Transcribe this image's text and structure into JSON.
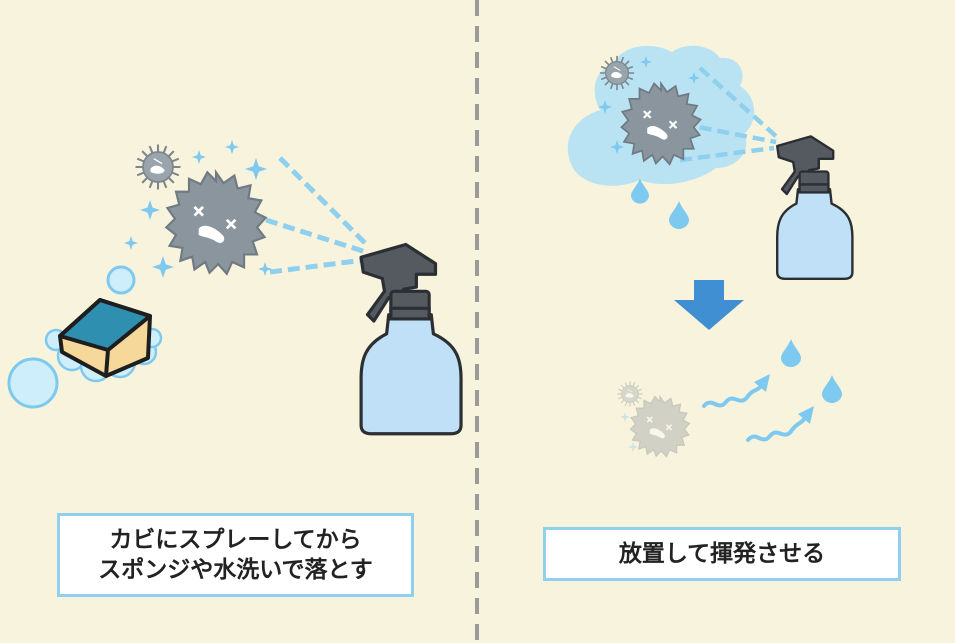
{
  "captions": {
    "left_line1": "カビにスプレーしてから",
    "left_line2": "スポンジや水洗いで落とす",
    "right": "放置して揮発させる"
  },
  "colors": {
    "background": "#f8f3dc",
    "divider": "#9a9a9a",
    "caption_border": "#8fd0ee",
    "water": "#7ec9ef",
    "mold": "#8a959e",
    "bottle": "#bfe0f6",
    "trigger": "#555a60",
    "sponge_top": "#2f8fb0",
    "sponge_body": "#f5d89a",
    "arrow": "#3f8fd2"
  },
  "icons": [
    "spray-bottle-icon",
    "mold-spore-icon",
    "virus-icon",
    "sponge-icon",
    "bubble-icon",
    "water-drop-icon",
    "down-arrow-icon",
    "squiggle-arrow-icon"
  ]
}
